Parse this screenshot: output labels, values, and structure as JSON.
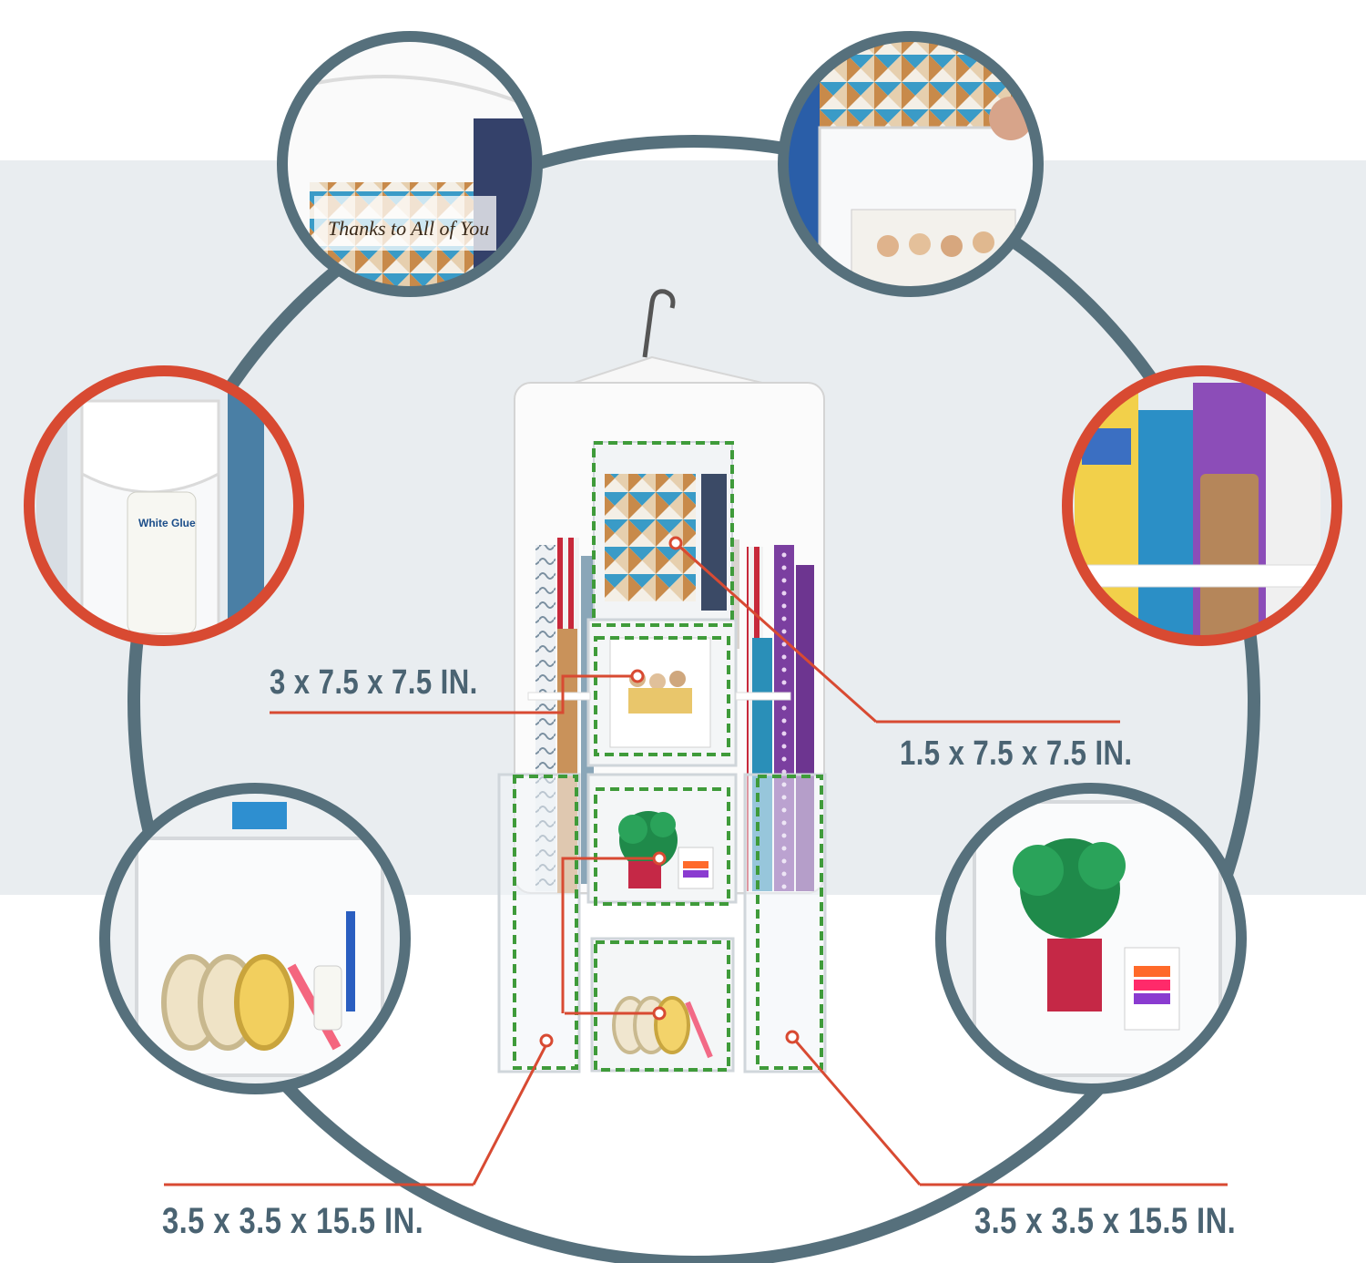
{
  "dimensions": {
    "top_left_pocket": "3 x 7.5 x 7.5 IN.",
    "top_right_pocket": "1.5 x 7.5 x 7.5 IN.",
    "bottom_left_pocket": "3.5 x 3.5 x 15.5 IN.",
    "bottom_right_pocket": "3.5 x 3.5 x 15.5 IN."
  },
  "product_text": {
    "card_text": "Thanks to All of You",
    "glue_label": "White Glue"
  },
  "colors": {
    "band": "#e9edf0",
    "ring": "#56707c",
    "accent_red": "#d84a32",
    "dashed_green": "#3f9b3a",
    "dimension_text": "#4a6372"
  }
}
